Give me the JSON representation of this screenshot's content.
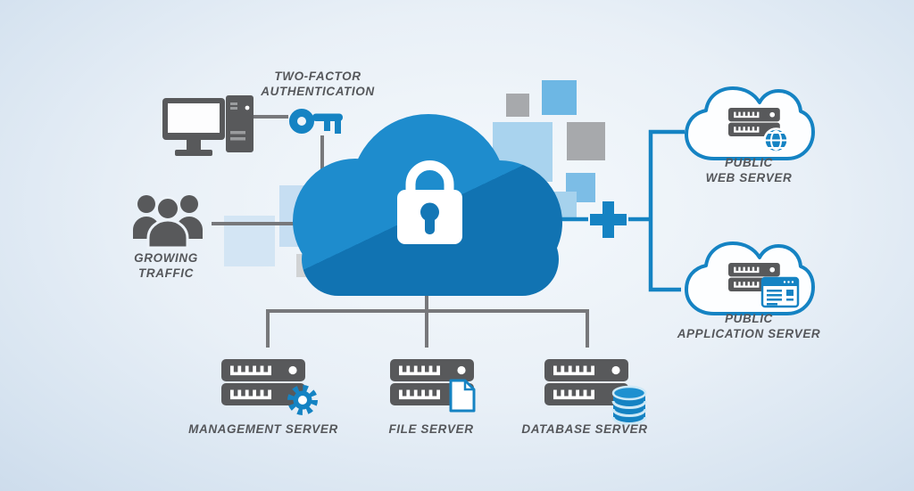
{
  "diagram": {
    "palette": {
      "accent_blue": "#1583c3",
      "cloud_bright_blue": "#1e8ccd",
      "cloud_shadow_blue": "#1173b2",
      "icon_dark_gray": "#58595b",
      "connector_gray": "#77787b",
      "label_gray": "#55575b",
      "decor_light_blue": "#a9d3ee",
      "decor_sky_blue": "#6db7e4",
      "decor_gray": "#a7a9ac"
    },
    "nodes": {
      "workstation": {
        "icon": "desktop-computer-icon"
      },
      "two_factor": {
        "line1": "TWO-FACTOR",
        "line2": "AUTHENTICATION",
        "icon": "key-icon"
      },
      "growing_traffic": {
        "line1": "GROWING",
        "line2": "TRAFFIC",
        "icon": "users-group-icon"
      },
      "secure_cloud": {
        "icon": "cloud-padlock-icon"
      },
      "scale_out": {
        "icon": "plus-icon"
      },
      "public_web_server": {
        "line1": "PUBLIC",
        "line2": "WEB SERVER",
        "icon": "cloud-server-globe-icon"
      },
      "public_application_server": {
        "line1": "PUBLIC",
        "line2": "APPLICATION SERVER",
        "icon": "cloud-server-app-window-icon"
      },
      "management_server": {
        "label": "MANAGEMENT SERVER",
        "icon": "server-gear-icon"
      },
      "file_server": {
        "label": "FILE SERVER",
        "icon": "server-document-icon"
      },
      "database_server": {
        "label": "DATABASE SERVER",
        "icon": "server-database-icon"
      }
    }
  }
}
